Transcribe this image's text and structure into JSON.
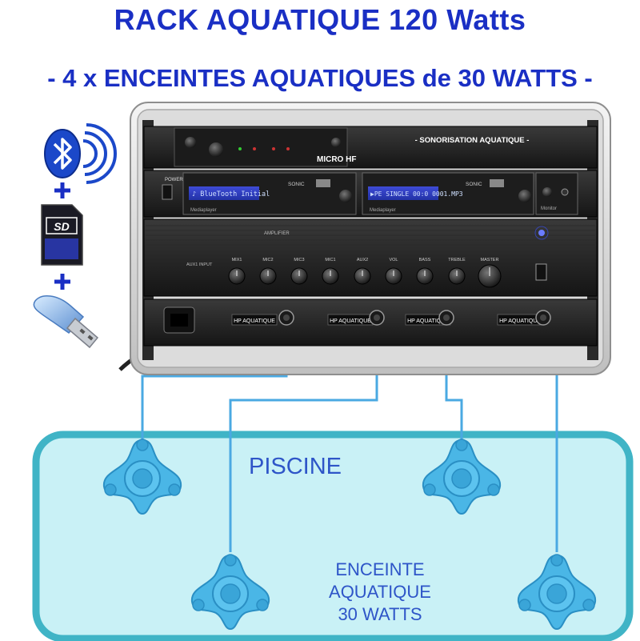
{
  "header": {
    "title": "RACK AQUATIQUE 120 Watts",
    "subtitle": "- 4 x ENCEINTES AQUATIQUES de 30 WATTS -"
  },
  "rack": {
    "top_label": "- SONORISATION AQUATIQUE -",
    "micro_label": "MICRO HF",
    "player1_display": "♪ BlueTooth Initial",
    "player2_display": "▶PE SINGLE 00:0 0001.MP3",
    "player_brand": "SONIC",
    "player_caption": "Mediaplayer",
    "monitor_label": "Monitor",
    "power_label": "POWER",
    "amp_title": "AMPLIFIER",
    "knob_labels": [
      "MIX1",
      "MIC2",
      "MIC3",
      "MIC1",
      "AUX2",
      "VOL",
      "BASS",
      "TREBLE",
      "MASTER"
    ],
    "outputs": [
      "HP AQUATIQUE",
      "HP AQUATIQUE",
      "HP AQUATIQUE",
      "HP AQUATIQUE"
    ]
  },
  "sources": [
    "bluetooth",
    "sd-card",
    "usb-key"
  ],
  "pool": {
    "label": "PISCINE",
    "speaker_caption": [
      "ENCEINTE",
      "AQUATIQUE",
      "30 WATTS"
    ]
  },
  "colors": {
    "title": "#1a2fc4",
    "pool_fill": "#c9f1f6",
    "pool_border": "#40b4c6",
    "cable": "#4aa9e2",
    "speaker": "#4ab6e6",
    "pool_text": "#2e55c8"
  }
}
